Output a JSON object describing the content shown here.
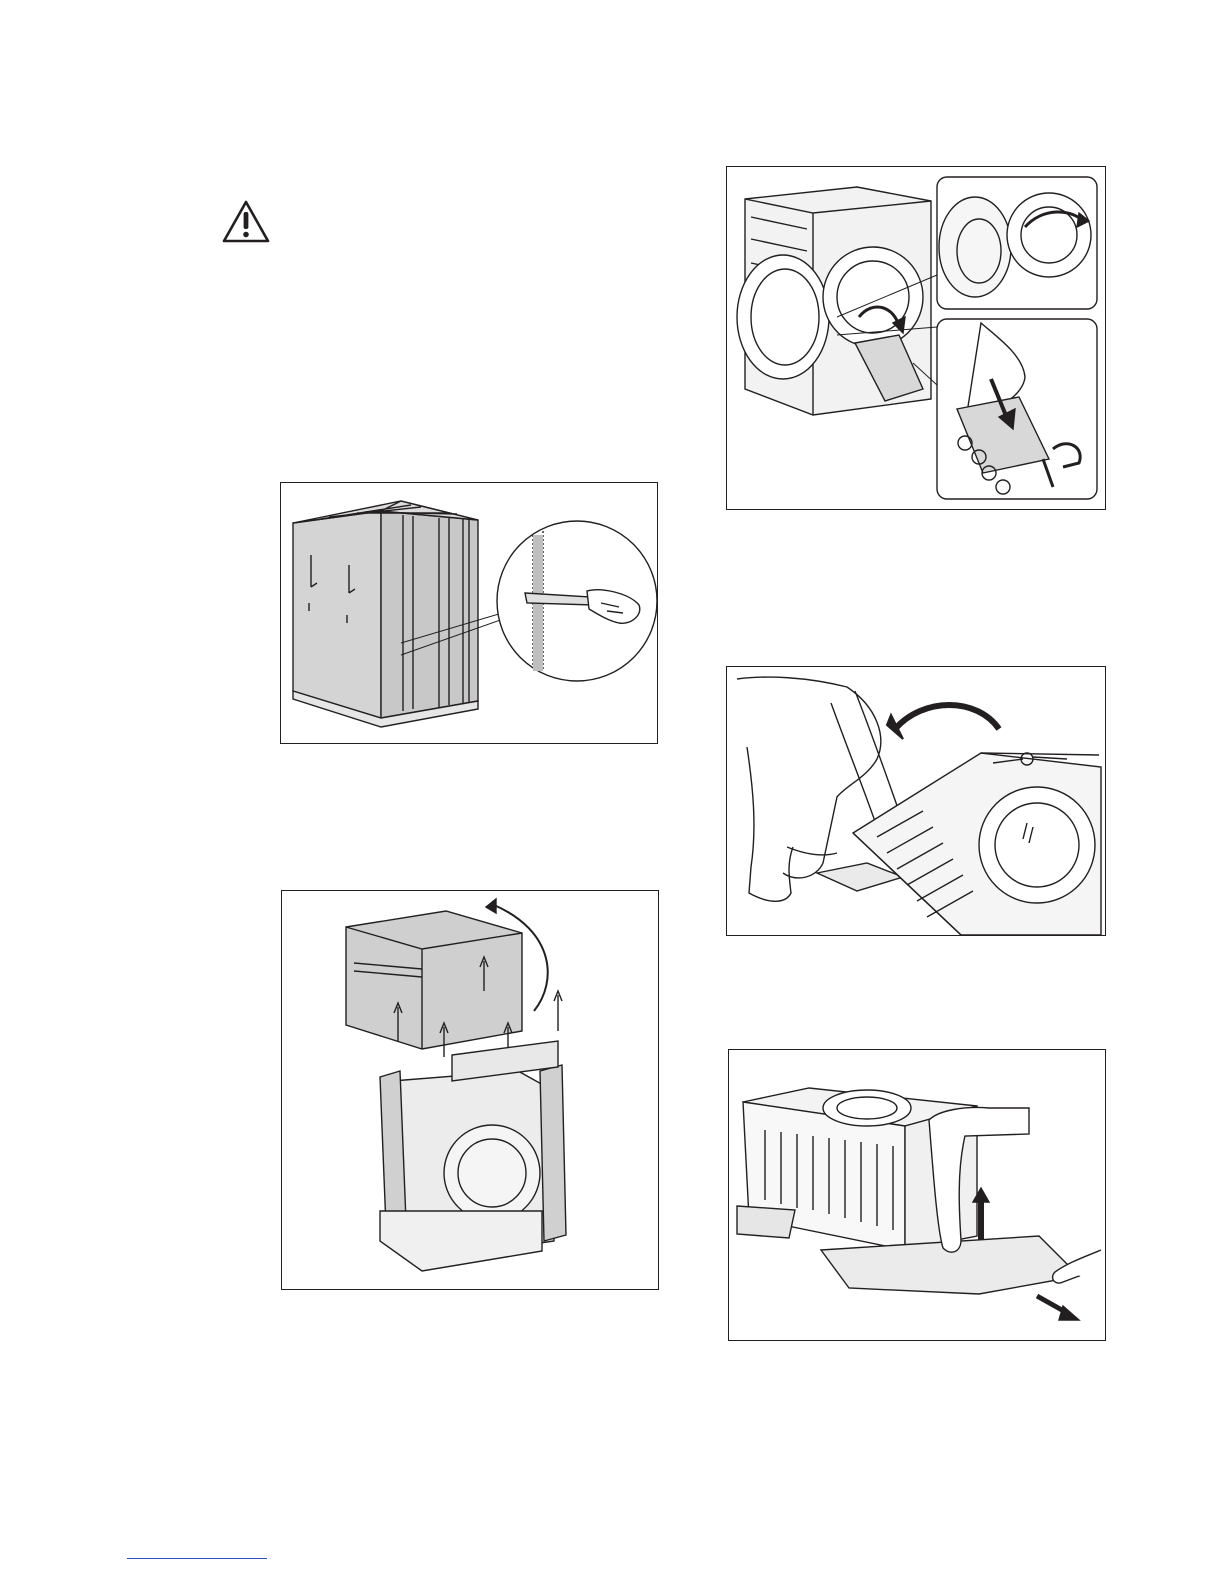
{
  "page": {
    "warning_icon": "warning-triangle-icon",
    "figures": [
      {
        "id": "cut-straps",
        "icon": "utility-knife-icon"
      },
      {
        "id": "remove-carton",
        "icon": "lift-arrows-icon"
      },
      {
        "id": "remove-transit-support",
        "icon": "drum-support-icon"
      },
      {
        "id": "tilt-appliance",
        "icon": "tilt-arrow-icon"
      },
      {
        "id": "remove-base",
        "icon": "pull-arrow-icon"
      }
    ]
  },
  "colors": {
    "line": "#231f20",
    "fill_grey": "#c8c8c8",
    "footer_rule": "#3050c8"
  }
}
